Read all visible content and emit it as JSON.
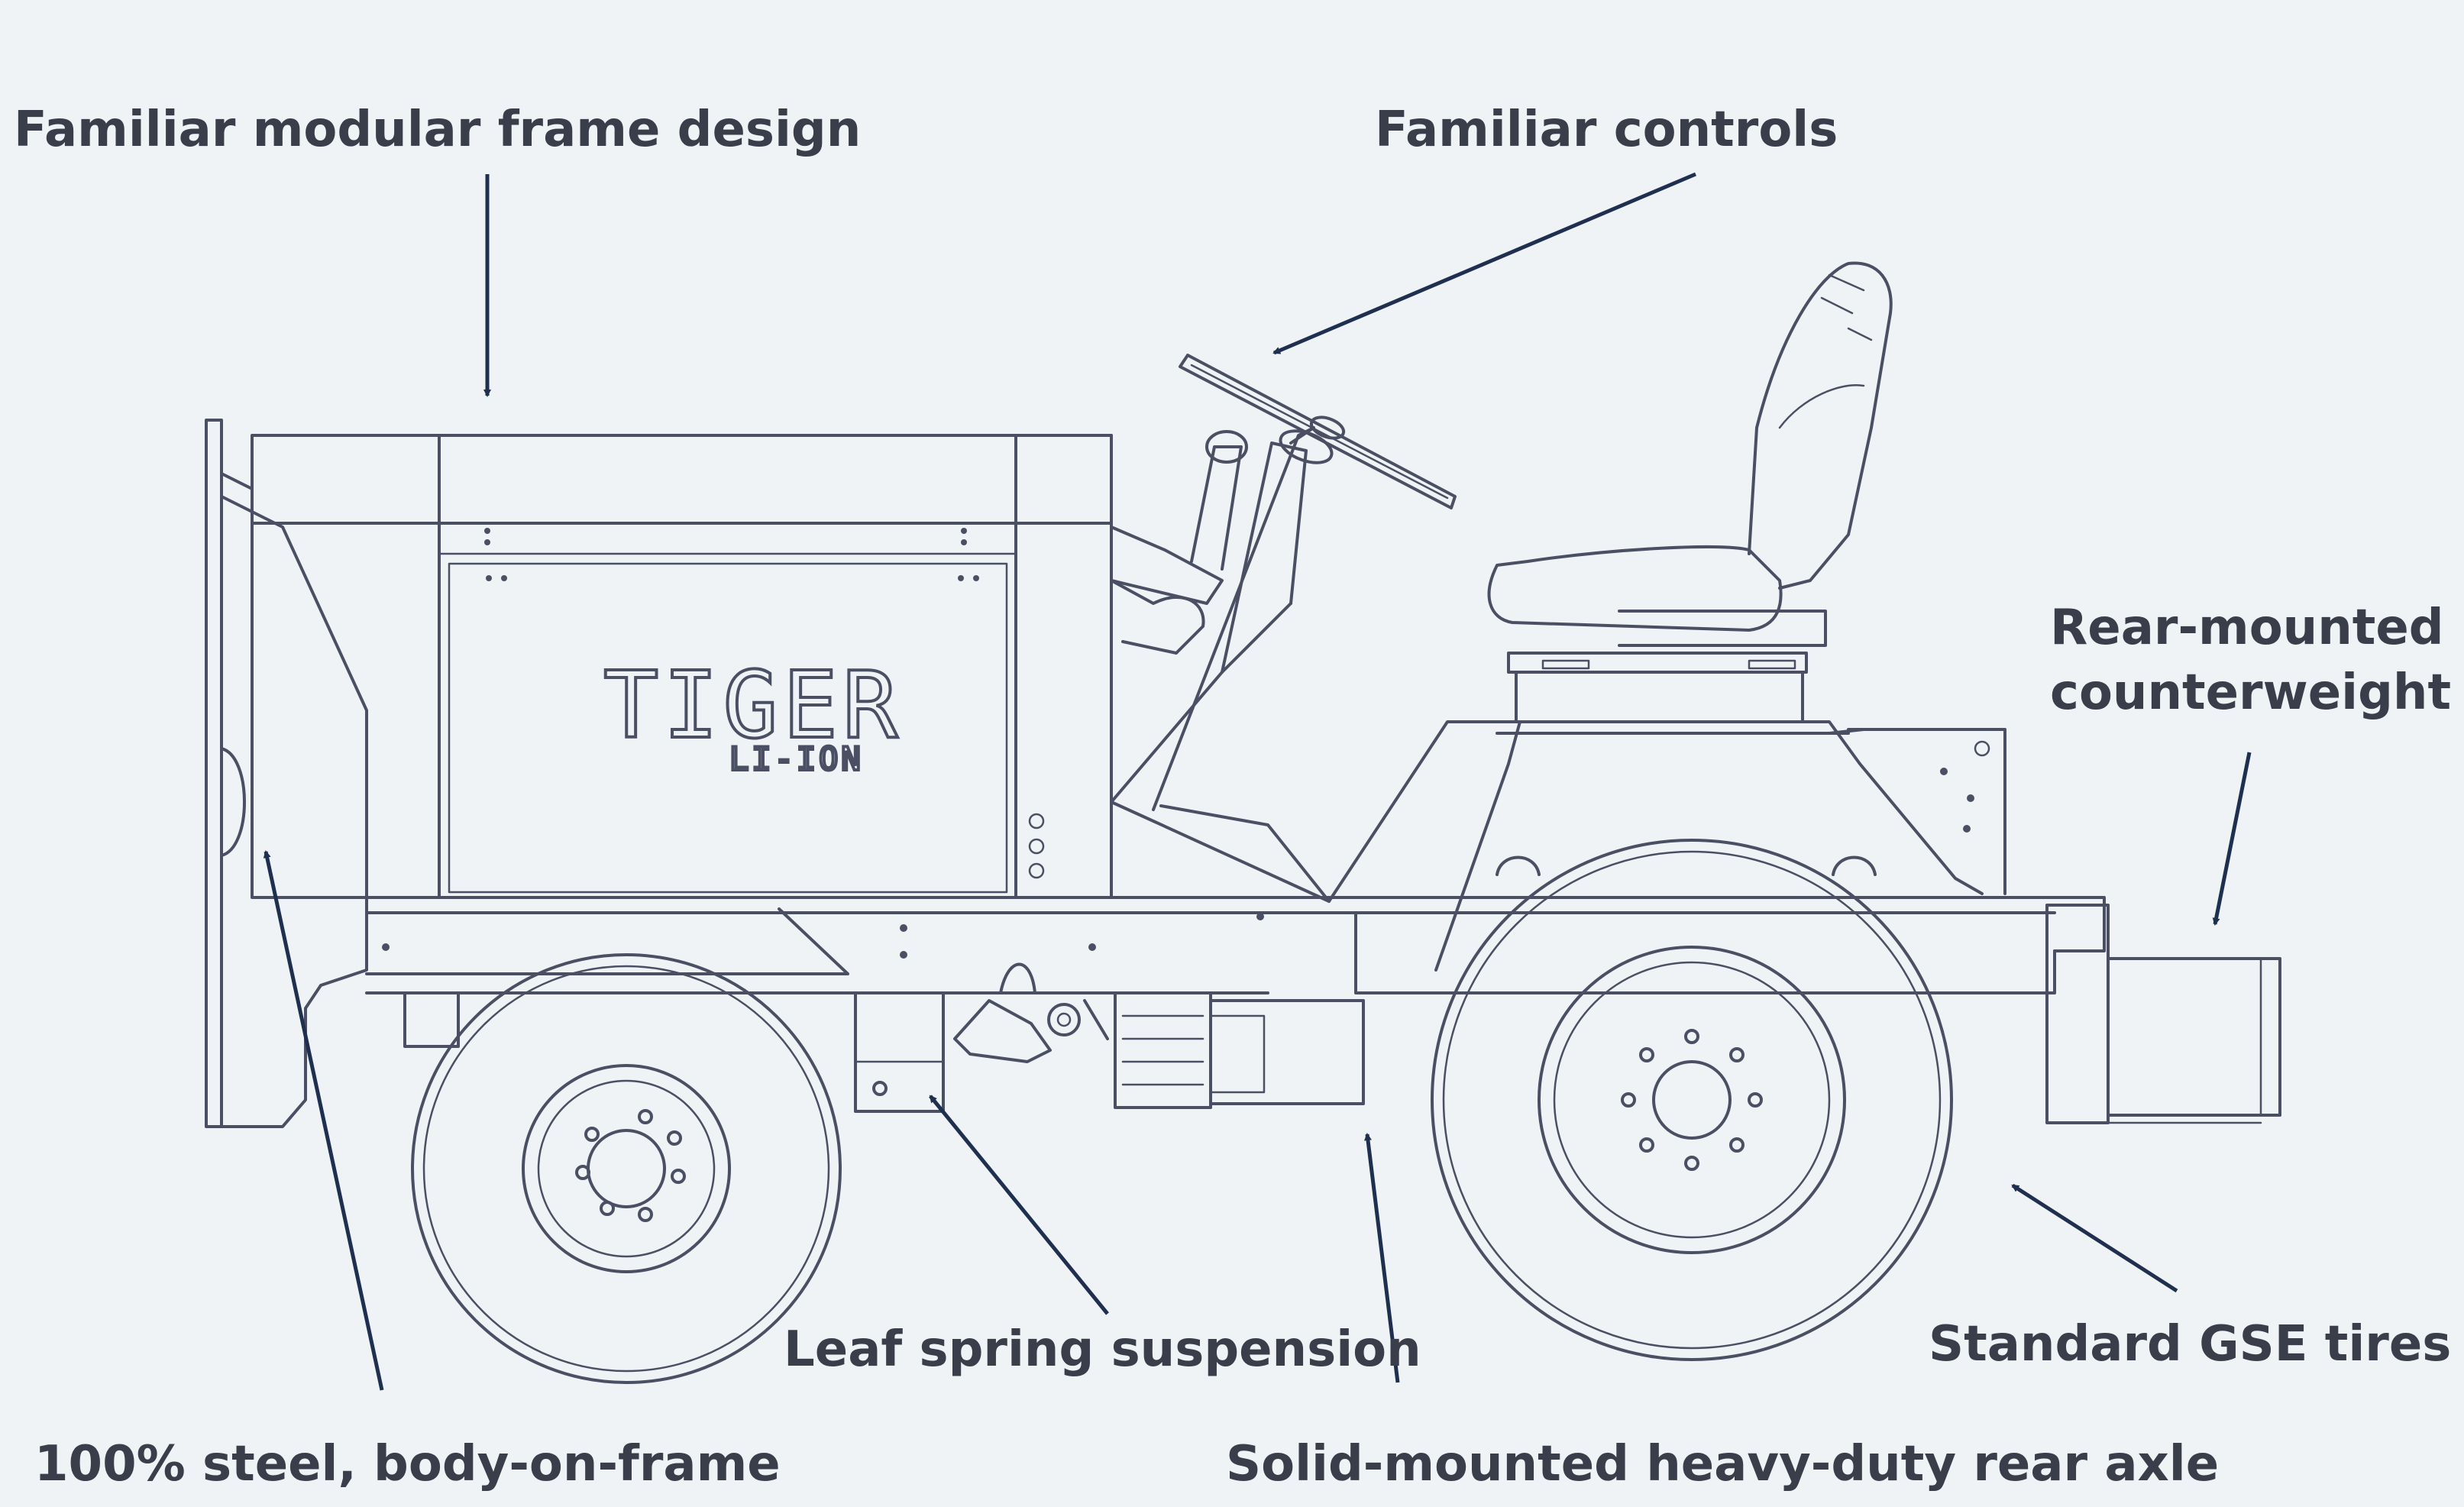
{
  "callouts": {
    "frame_design": "Familiar modular frame design",
    "controls": "Familiar controls",
    "counterweight": "Rear-mounted\ncounterweight",
    "steel_body": "100% steel, body-on-frame",
    "leaf_spring": "Leaf spring suspension",
    "rear_axle": "Solid-mounted heavy-duty rear axle",
    "tires": "Standard GSE tires"
  },
  "vehicle": {
    "brand": "TIGER",
    "model": "LI-ION"
  },
  "colors": {
    "background": "#eff3f6",
    "line_art": "#4a4f63",
    "arrow": "#1f2f4f",
    "text": "#3a3d4a"
  }
}
